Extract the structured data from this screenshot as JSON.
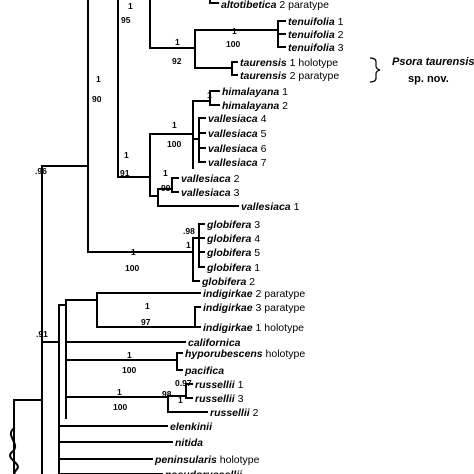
{
  "tips": [
    {
      "id": "altotibetica2",
      "name": "altotibetica",
      "num": "2",
      "note": "paratype"
    },
    {
      "id": "tenuifolia1",
      "name": "tenuifolia",
      "num": "1",
      "note": ""
    },
    {
      "id": "tenuifolia2",
      "name": "tenuifolia",
      "num": "2",
      "note": ""
    },
    {
      "id": "tenuifolia3",
      "name": "tenuifolia",
      "num": "3",
      "note": ""
    },
    {
      "id": "taurensis1",
      "name": "taurensis",
      "num": "1",
      "note": "holotype"
    },
    {
      "id": "taurensis2",
      "name": "taurensis",
      "num": "2",
      "note": "paratype"
    },
    {
      "id": "himalayana1",
      "name": "himalayana",
      "num": "1",
      "note": ""
    },
    {
      "id": "himalayana2",
      "name": "himalayana",
      "num": "2",
      "note": ""
    },
    {
      "id": "vallesiaca4",
      "name": "vallesiaca",
      "num": "4",
      "note": ""
    },
    {
      "id": "vallesiaca5",
      "name": "vallesiaca",
      "num": "5",
      "note": ""
    },
    {
      "id": "vallesiaca6",
      "name": "vallesiaca",
      "num": "6",
      "note": ""
    },
    {
      "id": "vallesiaca7",
      "name": "vallesiaca",
      "num": "7",
      "note": ""
    },
    {
      "id": "vallesiaca2",
      "name": "vallesiaca",
      "num": "2",
      "note": ""
    },
    {
      "id": "vallesiaca3",
      "name": "vallesiaca",
      "num": "3",
      "note": ""
    },
    {
      "id": "vallesiaca1",
      "name": "vallesiaca",
      "num": "1",
      "note": ""
    },
    {
      "id": "globifera3",
      "name": "globifera",
      "num": "3",
      "note": ""
    },
    {
      "id": "globifera4",
      "name": "globifera",
      "num": "4",
      "note": ""
    },
    {
      "id": "globifera5",
      "name": "globifera",
      "num": "5",
      "note": ""
    },
    {
      "id": "globifera1",
      "name": "globifera",
      "num": "1",
      "note": ""
    },
    {
      "id": "globifera2",
      "name": "globifera",
      "num": "2",
      "note": ""
    },
    {
      "id": "indigirkae2",
      "name": "indigirkae",
      "num": "2",
      "note": "paratype"
    },
    {
      "id": "indigirkae3",
      "name": "indigirkae",
      "num": "3",
      "note": "paratype"
    },
    {
      "id": "indigirkae1",
      "name": "indigirkae",
      "num": "1",
      "note": "holotype"
    },
    {
      "id": "californica",
      "name": "californica",
      "num": "",
      "note": ""
    },
    {
      "id": "hyporubescens",
      "name": "hyporubescens",
      "num": "",
      "note": "holotype"
    },
    {
      "id": "pacifica",
      "name": "pacifica",
      "num": "",
      "note": ""
    },
    {
      "id": "russellii1",
      "name": "russellii",
      "num": "1",
      "note": ""
    },
    {
      "id": "russellii3",
      "name": "russellii",
      "num": "3",
      "note": ""
    },
    {
      "id": "russellii2",
      "name": "russellii",
      "num": "2",
      "note": ""
    },
    {
      "id": "elenkinii",
      "name": "elenkinii",
      "num": "",
      "note": ""
    },
    {
      "id": "nitida",
      "name": "nitida",
      "num": "",
      "note": ""
    },
    {
      "id": "peninsularis",
      "name": "peninsularis",
      "num": "",
      "note": "holotype"
    },
    {
      "id": "pseudorussellii",
      "name": "pseudorussellii",
      "num": "",
      "note": ""
    }
  ],
  "supports": [
    {
      "id": "s1",
      "text": "1"
    },
    {
      "id": "s2",
      "text": "95"
    },
    {
      "id": "s3",
      "text": "1"
    },
    {
      "id": "s4",
      "text": "100"
    },
    {
      "id": "s5",
      "text": "1"
    },
    {
      "id": "s6",
      "text": "92"
    },
    {
      "id": "s7",
      "text": "1"
    },
    {
      "id": "s8",
      "text": "90"
    },
    {
      "id": "s9",
      "text": "1"
    },
    {
      "id": "s10",
      "text": "1"
    },
    {
      "id": "s11",
      "text": "100"
    },
    {
      "id": "s12",
      "text": "1"
    },
    {
      "id": "s13",
      "text": "91"
    },
    {
      "id": "s14",
      "text": "1"
    },
    {
      "id": "s15",
      "text": "99"
    },
    {
      "id": "s16",
      "text": ".96"
    },
    {
      "id": "s17",
      "text": ".98"
    },
    {
      "id": "s18",
      "text": "1"
    },
    {
      "id": "s19",
      "text": "1"
    },
    {
      "id": "s20",
      "text": "100"
    },
    {
      "id": "s21",
      "text": ".91"
    },
    {
      "id": "s22",
      "text": "1"
    },
    {
      "id": "s23",
      "text": "97"
    },
    {
      "id": "s24",
      "text": "1"
    },
    {
      "id": "s25",
      "text": "100"
    },
    {
      "id": "s26",
      "text": "0.97"
    },
    {
      "id": "s27",
      "text": "98"
    },
    {
      "id": "s28",
      "text": "1"
    },
    {
      "id": "s29",
      "text": "1"
    },
    {
      "id": "s30",
      "text": "100"
    }
  ],
  "new_species": {
    "line1": "Psora taurensis",
    "line2": "sp. nov."
  }
}
